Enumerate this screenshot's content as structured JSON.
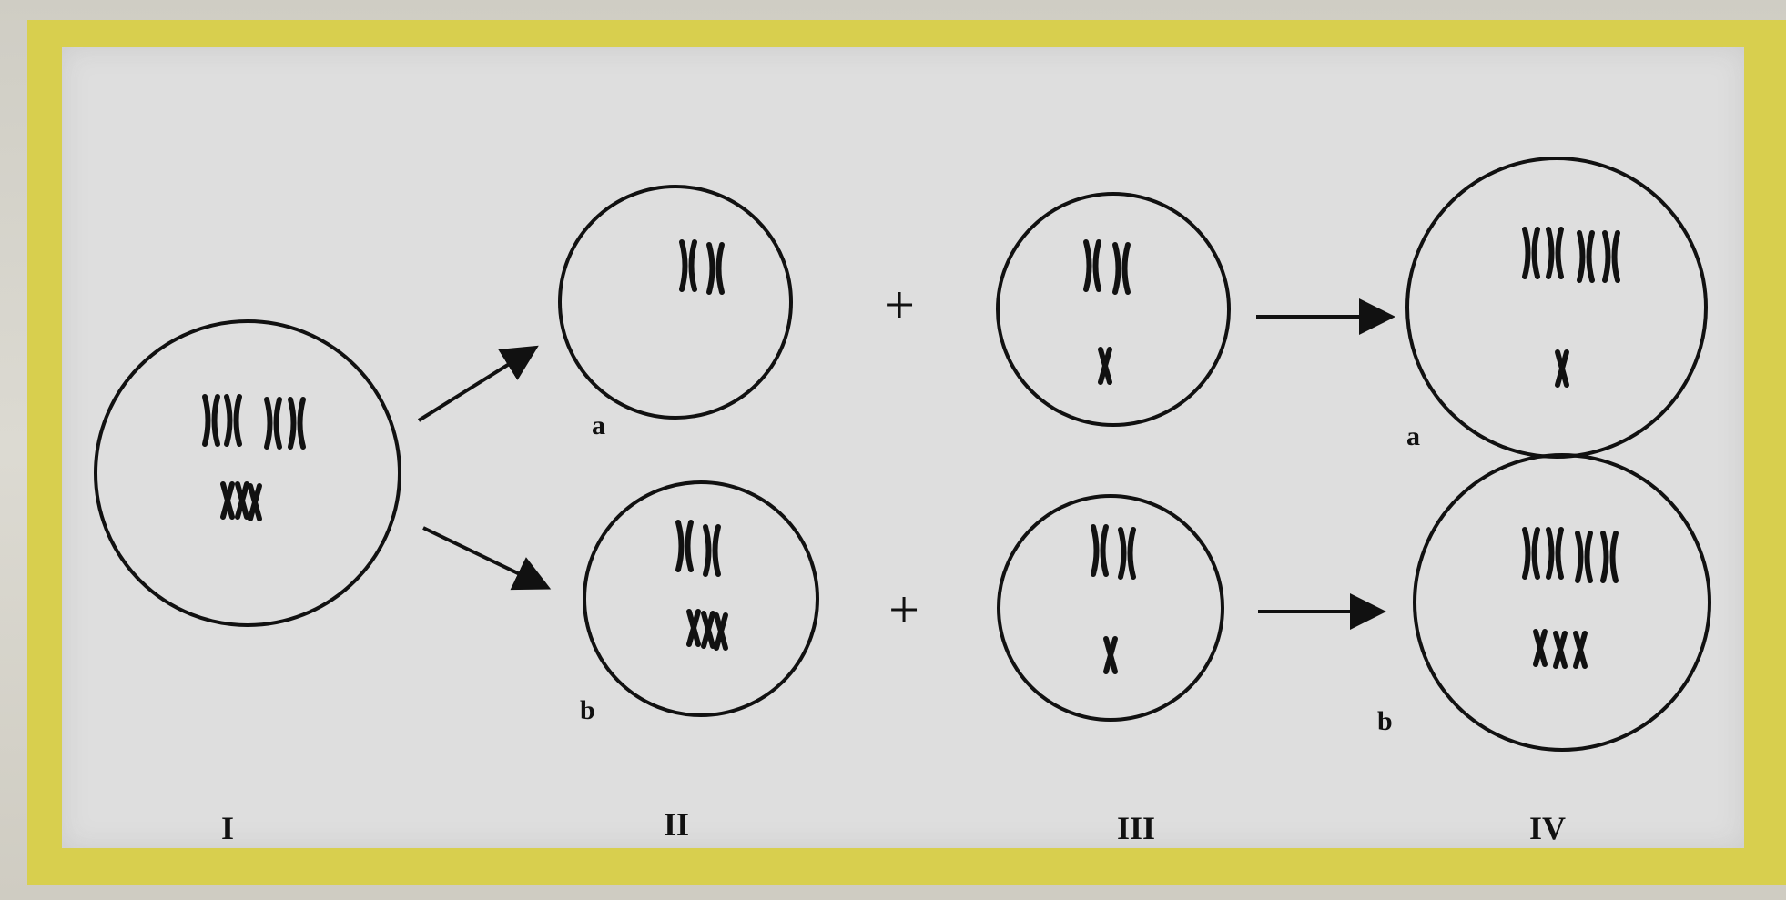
{
  "diagram": {
    "columns": [
      {
        "id": "col1",
        "label": "I"
      },
      {
        "id": "col2",
        "label": "II"
      },
      {
        "id": "col3",
        "label": "III"
      },
      {
        "id": "col4",
        "label": "IV"
      }
    ],
    "row_labels": {
      "a": "a",
      "b": "b"
    },
    "operators": {
      "plus": "+"
    },
    "colors": {
      "frame": "#d8cf4e",
      "panel": "#dedede",
      "ink": "#111111"
    }
  }
}
